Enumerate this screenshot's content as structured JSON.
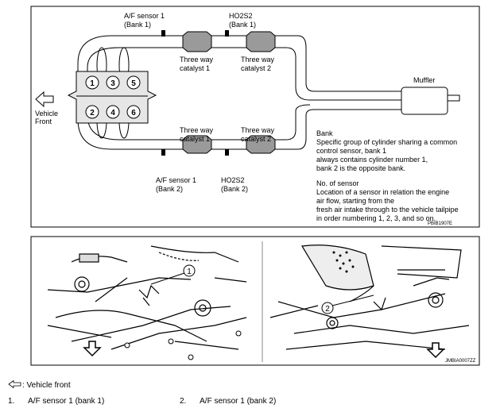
{
  "diagram": {
    "labels": {
      "af_bank1": [
        "A/F sensor 1",
        "(Bank 1)"
      ],
      "ho2s2_bank1": [
        "HO2S2",
        "(Bank 1)"
      ],
      "twc1_top": [
        "Three way",
        "catalyst 1"
      ],
      "twc2_top": [
        "Three way",
        "catalyst 2"
      ],
      "twc1_bottom": [
        "Three way",
        "catalyst 1"
      ],
      "twc2_bottom": [
        "Three way",
        "catalyst 2"
      ],
      "af_bank2": [
        "A/F sensor 1",
        "(Bank 2)"
      ],
      "ho2s2_bank2": [
        "HO2S2",
        "(Bank 2)"
      ],
      "muffler": "Muffler",
      "vehicle_front": [
        "Vehicle",
        "Front"
      ],
      "cylinders": [
        "1",
        "3",
        "5",
        "2",
        "4",
        "6"
      ]
    },
    "notes": {
      "bank": [
        "Bank",
        "Specific group of cylinder sharing a common",
        "control sensor, bank 1",
        "always contains cylinder number 1,",
        "bank 2 is the opposite bank."
      ],
      "no_of_sensor": [
        "No. of sensor",
        "Location of a sensor in relation the engine",
        "air flow, starting from the",
        "fresh air intake through to the vehicle tailpipe",
        "in order numbering 1, 2, 3, and so on."
      ]
    },
    "figure_code": "PBIB1907E"
  },
  "photo": {
    "markers": [
      "1",
      "2"
    ],
    "figure_code": "JMBIA0007ZZ"
  },
  "legend": {
    "vehicle_front": ": Vehicle front",
    "items": [
      {
        "num": "1.",
        "label": "A/F sensor 1 (bank 1)"
      },
      {
        "num": "2.",
        "label": "A/F sensor 1 (bank 2)"
      }
    ]
  }
}
